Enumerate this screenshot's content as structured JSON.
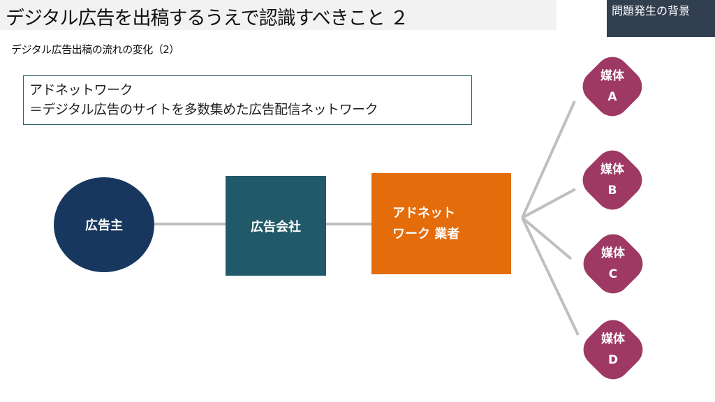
{
  "header": {
    "title": "デジタル広告を出稿するうえで認識すべきこと ２",
    "tag": "問題発生の背景"
  },
  "subtitle": "デジタル広告出稿の流れの変化（2）",
  "definition": {
    "term": "アドネットワーク",
    "text": "＝デジタル広告のサイトを多数集めた広告配信ネットワーク"
  },
  "flow": {
    "advertiser": "広告主",
    "agency": "広告会社",
    "adnetwork_line1": "アドネット",
    "adnetwork_line2": "ワーク 業者"
  },
  "media": [
    {
      "label": "媒体",
      "id": "A"
    },
    {
      "label": "媒体",
      "id": "B"
    },
    {
      "label": "媒体",
      "id": "C"
    },
    {
      "label": "媒体",
      "id": "D"
    }
  ],
  "colors": {
    "advertiser": "#17375e",
    "agency": "#215968",
    "adnetwork": "#e46c0a",
    "media": "#9e3963",
    "connector": "#bfbfbf"
  }
}
